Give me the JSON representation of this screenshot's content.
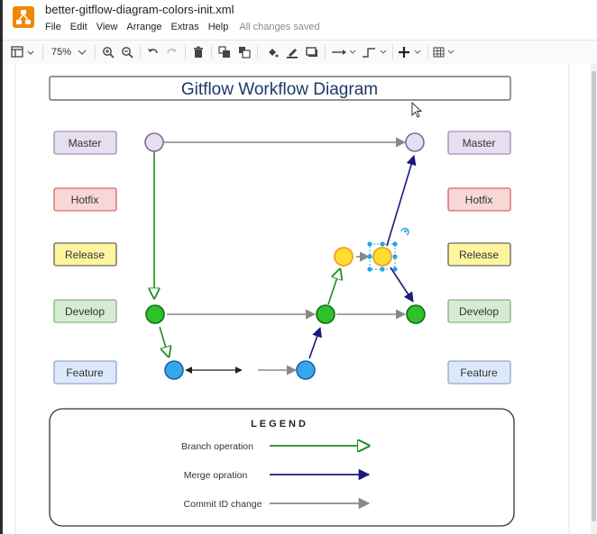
{
  "app": {
    "document_title": "better-gitflow-diagram-colors-init.xml",
    "logo_icon": "drawio-logo-icon",
    "brand_color": "#f08705"
  },
  "menu": {
    "items": [
      "File",
      "Edit",
      "View",
      "Arrange",
      "Extras",
      "Help"
    ],
    "status": "All changes saved"
  },
  "toolbar": {
    "zoom": "75%",
    "icons": [
      "format-panel-icon",
      "zoom-in-icon",
      "zoom-out-icon",
      "undo-icon",
      "redo-icon",
      "delete-icon",
      "to-front-icon",
      "to-back-icon",
      "fill-color-icon",
      "line-color-icon",
      "shadow-icon",
      "connection-icon",
      "waypoints-icon",
      "insert-icon",
      "table-icon"
    ]
  },
  "diagram": {
    "title": "Gitflow Workflow Diagram",
    "left_labels": [
      "Master",
      "Hotfix",
      "Release",
      "Develop",
      "Feature"
    ],
    "right_labels": [
      "Master",
      "Hotfix",
      "Release",
      "Develop",
      "Feature"
    ],
    "legend": {
      "title": "LEGEND",
      "items": [
        {
          "label": "Branch operation",
          "color": "#1e8e1e"
        },
        {
          "label": "Merge opration",
          "color": "#1a1a7a"
        },
        {
          "label": "Commit ID change",
          "color": "#888888"
        }
      ]
    },
    "colors": {
      "master": "#e6dff0",
      "hotfix": "#f8d7d7",
      "release": "#fff5a0",
      "develop": "#d5ecd2",
      "feature": "#dde9fb",
      "branch": "#1e8e1e",
      "merge": "#1a1a7a",
      "commit": "#888888",
      "selection": "#29a3e0"
    }
  }
}
